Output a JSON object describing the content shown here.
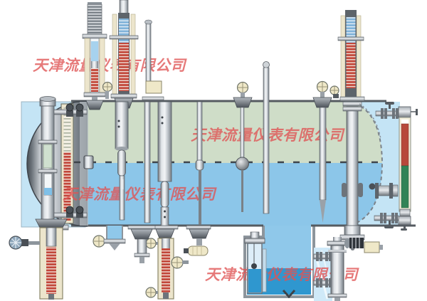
{
  "watermark": {
    "text": "天津流量仪表有限公司",
    "color": "#e05454",
    "count": 4
  },
  "colors": {
    "background": "#ffffff",
    "vessel_vapor_green": "#cfddc8",
    "vessel_liquid_blue": "#8cc6e9",
    "backdrop_blue": "#c4e4f5",
    "sump_liquid_blue": "#2f97cf",
    "flag_red": "#c2473a",
    "flag_blue": "#7fb2d9",
    "bypass_red": "#b7483b",
    "bypass_green": "#318356",
    "housing_cream": "#ece5cc",
    "metal_gray": "#9aa1a8",
    "outline_dark": "#555b61"
  },
  "components": [
    "horizontal-vessel",
    "left-dished-head",
    "right-dished-head-hidden-line",
    "vapor-space",
    "liquid-space",
    "liquid-surface-floats",
    "glass-tube-level-gauge",
    "head-mounted-flag-level-gauge",
    "top-mounted-magnetic-level-gauge-1",
    "top-mounted-magnetic-level-gauge-2",
    "top-mounted-magnetic-level-gauge-3",
    "bottom-mounted-magnetic-level-gauge-left",
    "bottom-mounted-magnetic-level-gauge-center",
    "stilling-well-probes",
    "float-ball-level-sensor",
    "bypass-level-gauge-red-green",
    "sump-pit-with-float-chamber",
    "external-displacer-chamber",
    "isolation-valves-and-nozzles"
  ]
}
